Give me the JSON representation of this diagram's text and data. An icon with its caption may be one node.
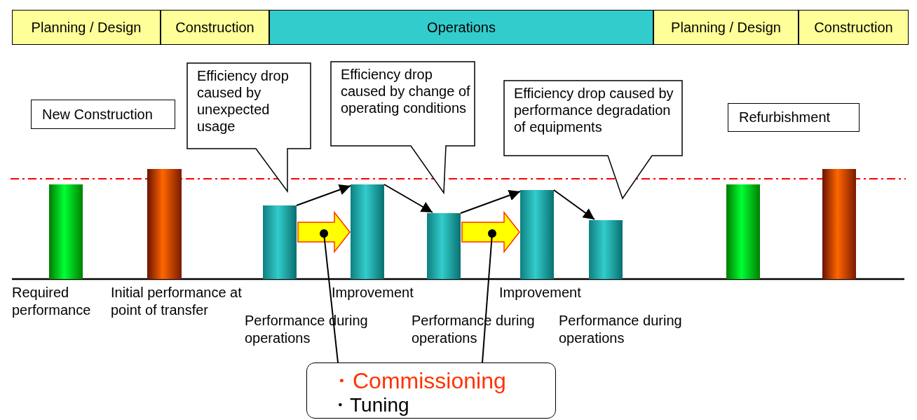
{
  "diagram": {
    "nodes": [
      {
        "text": [
          "Planning / Design"
        ]
      },
      {
        "text": [
          "Construction"
        ]
      },
      {
        "text": [
          "Operations"
        ]
      },
      {
        "text": [
          "Planning / Design"
        ]
      },
      {
        "text": [
          "Construction"
        ]
      },
      {
        "text": [
          "New Construction"
        ]
      },
      {
        "text": [
          "Efficiency drop caused by unexpected usage"
        ]
      },
      {
        "text": [
          "Efficiency drop caused by change of operating conditions"
        ]
      },
      {
        "text": [
          "Efficiency drop caused by performance degradation of equipments"
        ]
      },
      {
        "text": [
          "Refurbishment"
        ]
      },
      {
        "text": [],
        "shape": "bar",
        "beside": [
          "Required performance"
        ]
      },
      {
        "text": [],
        "shape": "bar",
        "beside": [
          "Initial performance at point of transfer"
        ]
      },
      {
        "text": [],
        "shape": "bar"
      },
      {
        "text": [],
        "shape": "bar"
      },
      {
        "text": [],
        "shape": "bar"
      },
      {
        "text": [],
        "shape": "bar"
      },
      {
        "text": [],
        "shape": "bar"
      },
      {
        "text": [],
        "shape": "bar"
      },
      {
        "text": [],
        "shape": "bar"
      },
      {
        "text": [
          "・Commissioning",
          "・Tuning"
        ]
      }
    ],
    "edges": [
      {
        "from": 12,
        "to": 13,
        "arrow": "to"
      },
      {
        "from": 13,
        "to": 14,
        "arrow": "to"
      },
      {
        "from": 14,
        "to": 15,
        "arrow": "to"
      },
      {
        "from": 15,
        "to": 16,
        "arrow": "to"
      },
      {
        "from": 12,
        "to": 13,
        "arrow": "to",
        "style": "thick",
        "color": "#ffff00"
      },
      {
        "from": 14,
        "to": 15,
        "arrow": "to",
        "style": "thick",
        "color": "#ffff00"
      },
      {
        "from": 19,
        "to": null,
        "arrow": "other"
      },
      {
        "from": 19,
        "to": null,
        "arrow": "other"
      }
    ],
    "labels": [
      "Improvement",
      "Improvement",
      "Performance during operations",
      "Performance during operations",
      "Performance during operations"
    ]
  }
}
